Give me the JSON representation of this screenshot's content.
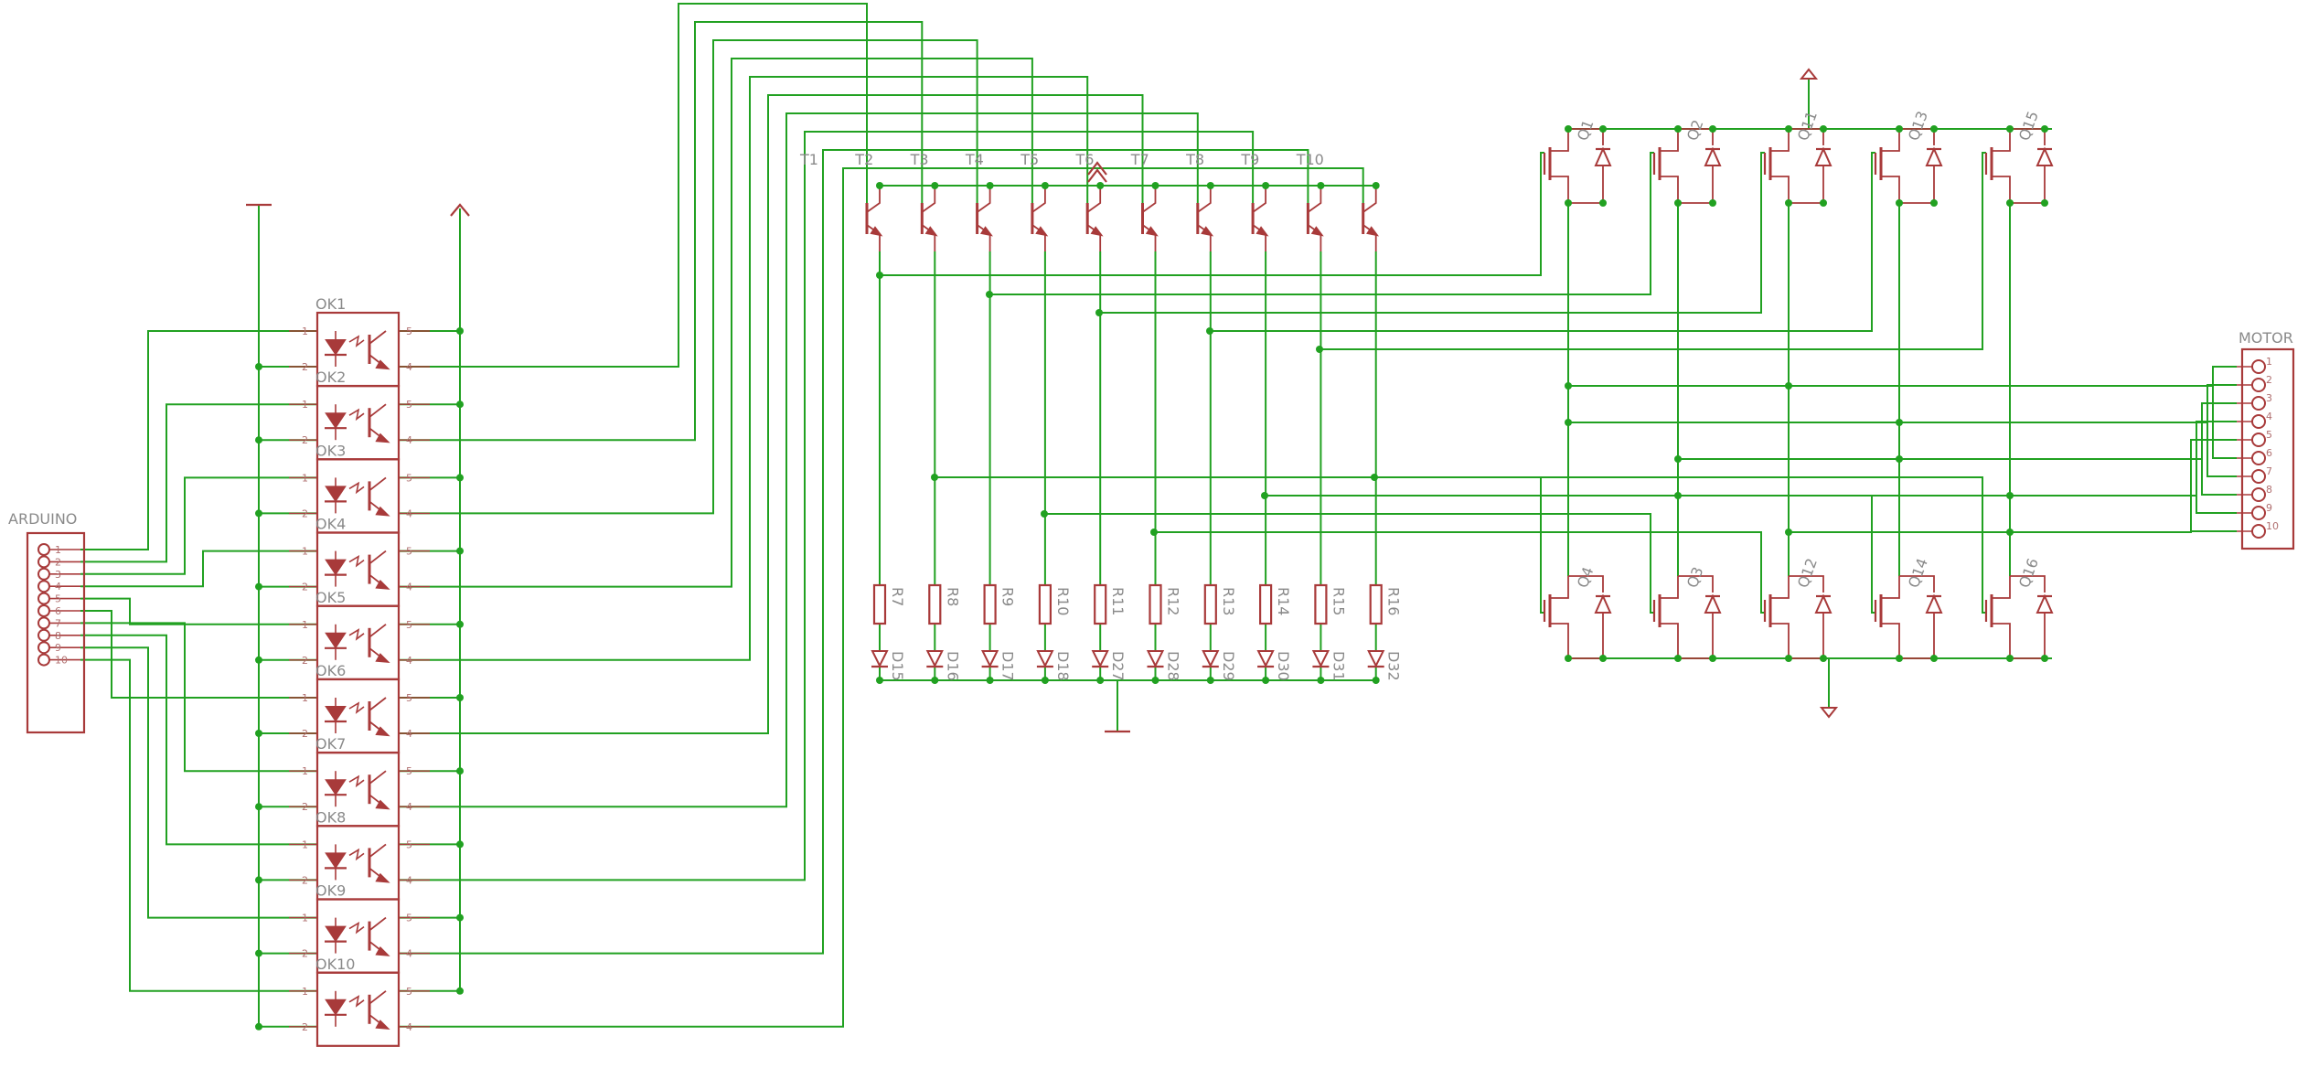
{
  "connectors": {
    "arduino": {
      "label": "ARDUINO",
      "pins": [
        "1",
        "2",
        "3",
        "4",
        "5",
        "6",
        "7",
        "8",
        "9",
        "10"
      ]
    },
    "motor": {
      "label": "MOTOR",
      "pins": [
        "1",
        "2",
        "3",
        "4",
        "5",
        "6",
        "7",
        "8",
        "9",
        "10"
      ]
    }
  },
  "optocouplers": [
    "OK1",
    "OK2",
    "OK3",
    "OK4",
    "OK5",
    "OK6",
    "OK7",
    "OK8",
    "OK9",
    "OK10"
  ],
  "opto_pins": {
    "p1": "1",
    "p2": "2",
    "p4": "4",
    "p5": "5"
  },
  "transistors": [
    "T1",
    "T2",
    "T3",
    "T4",
    "T5",
    "T6",
    "T7",
    "T8",
    "T9",
    "T10"
  ],
  "resistors": [
    "R7",
    "R8",
    "R9",
    "R10",
    "R11",
    "R12",
    "R13",
    "R14",
    "R15",
    "R16"
  ],
  "diodes": [
    "D15",
    "D16",
    "D17",
    "D18",
    "D27",
    "D28",
    "D29",
    "D30",
    "D31",
    "D32"
  ],
  "mosfets_top": [
    "Q1",
    "Q2",
    "Q11",
    "Q13",
    "Q15"
  ],
  "mosfets_bottom": [
    "Q4",
    "Q3",
    "Q12",
    "Q14",
    "Q16"
  ],
  "colors": {
    "wire": "#21a121",
    "part": "#a83a3a",
    "pin": "#b07070",
    "text": "#8a8a8a"
  }
}
